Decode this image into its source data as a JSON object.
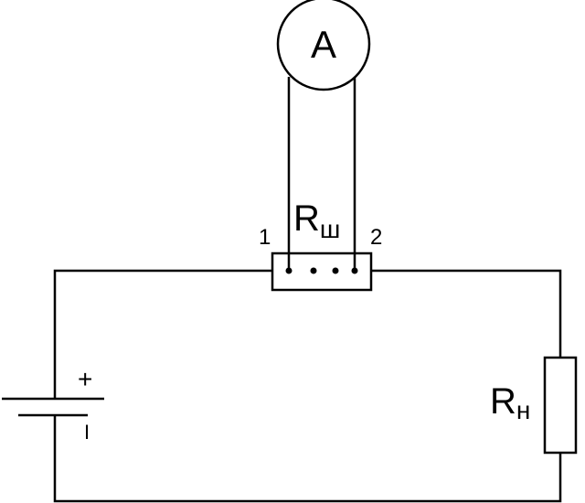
{
  "ammeter": {
    "symbol": "A"
  },
  "shunt": {
    "label_main": "R",
    "label_sub": "ш",
    "terminal_left": "1",
    "terminal_right": "2"
  },
  "load": {
    "label_main": "R",
    "label_sub": "н"
  },
  "battery": {
    "plus": "+",
    "minus": "I"
  },
  "colors": {
    "line": "#000000",
    "background": "#ffffff"
  }
}
